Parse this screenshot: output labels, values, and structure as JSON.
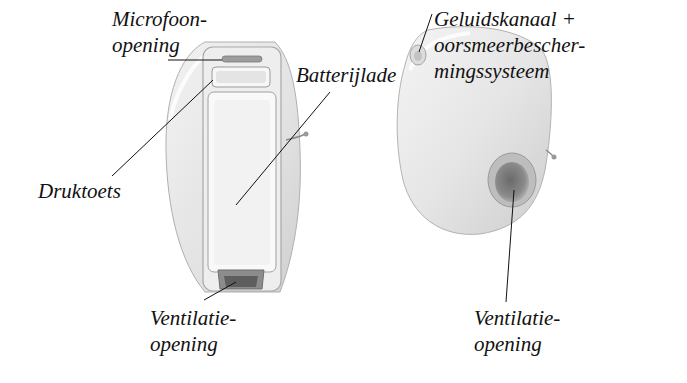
{
  "diagram": {
    "labels": [
      "Microfoon- opening",
      "Batterijlade",
      "Druktoets",
      "Ventilatie- opening",
      "Geluidskanaal + oorsmeerbescher- mingssysteem",
      "Ventilatie- opening"
    ]
  }
}
